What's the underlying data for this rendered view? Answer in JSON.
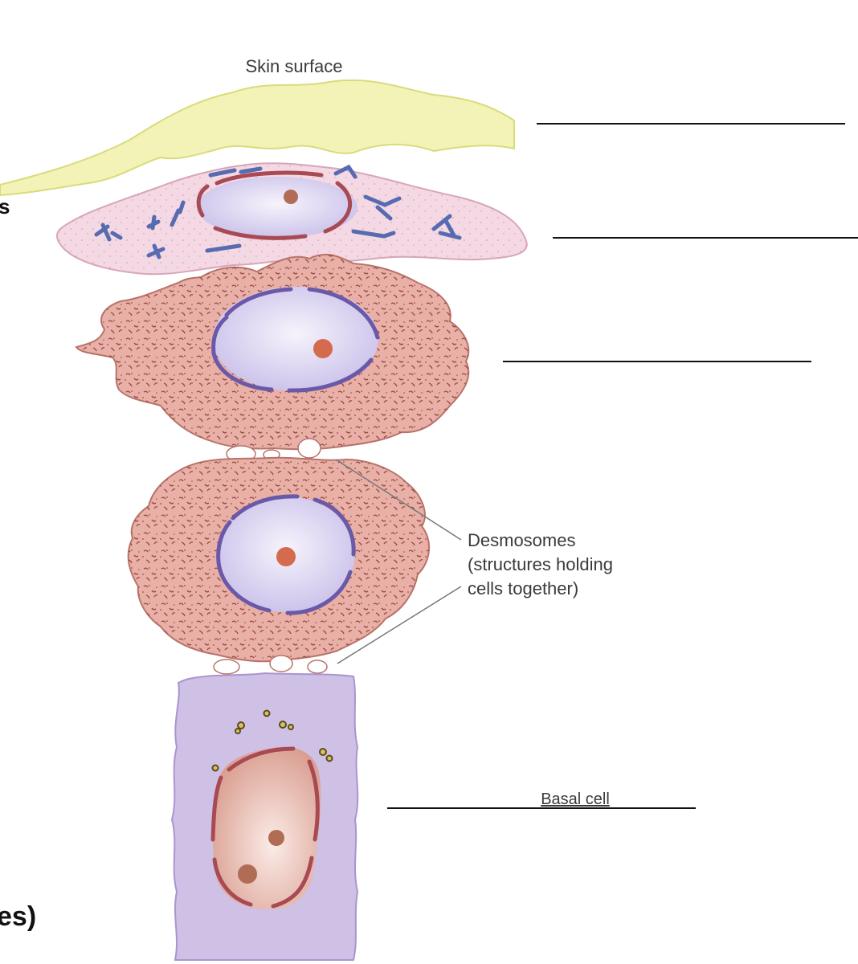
{
  "labels": {
    "skin_surface": "Skin surface",
    "desmosomes_line1": "Desmosomes",
    "desmosomes_line2": "(structures holding",
    "desmosomes_line3": "cells together)",
    "basal_cell": "Basal cell",
    "left_edge_top": "s",
    "left_edge_bottom": "es)"
  },
  "answer_blanks": [
    {
      "value": ""
    },
    {
      "value": ""
    },
    {
      "value": ""
    }
  ],
  "colors": {
    "stratum_corneum": "#f3f3b8",
    "granular_cell": "#f4d8e4",
    "spinous_cell": "#e8b0a6",
    "basal_cell": "#cfc0e6",
    "nucleus_violet": "#ddd6f0",
    "nucleus_basal": "#e9b4a8",
    "nucleolus": "#d46a4e",
    "granule_blue": "#566bb0"
  }
}
